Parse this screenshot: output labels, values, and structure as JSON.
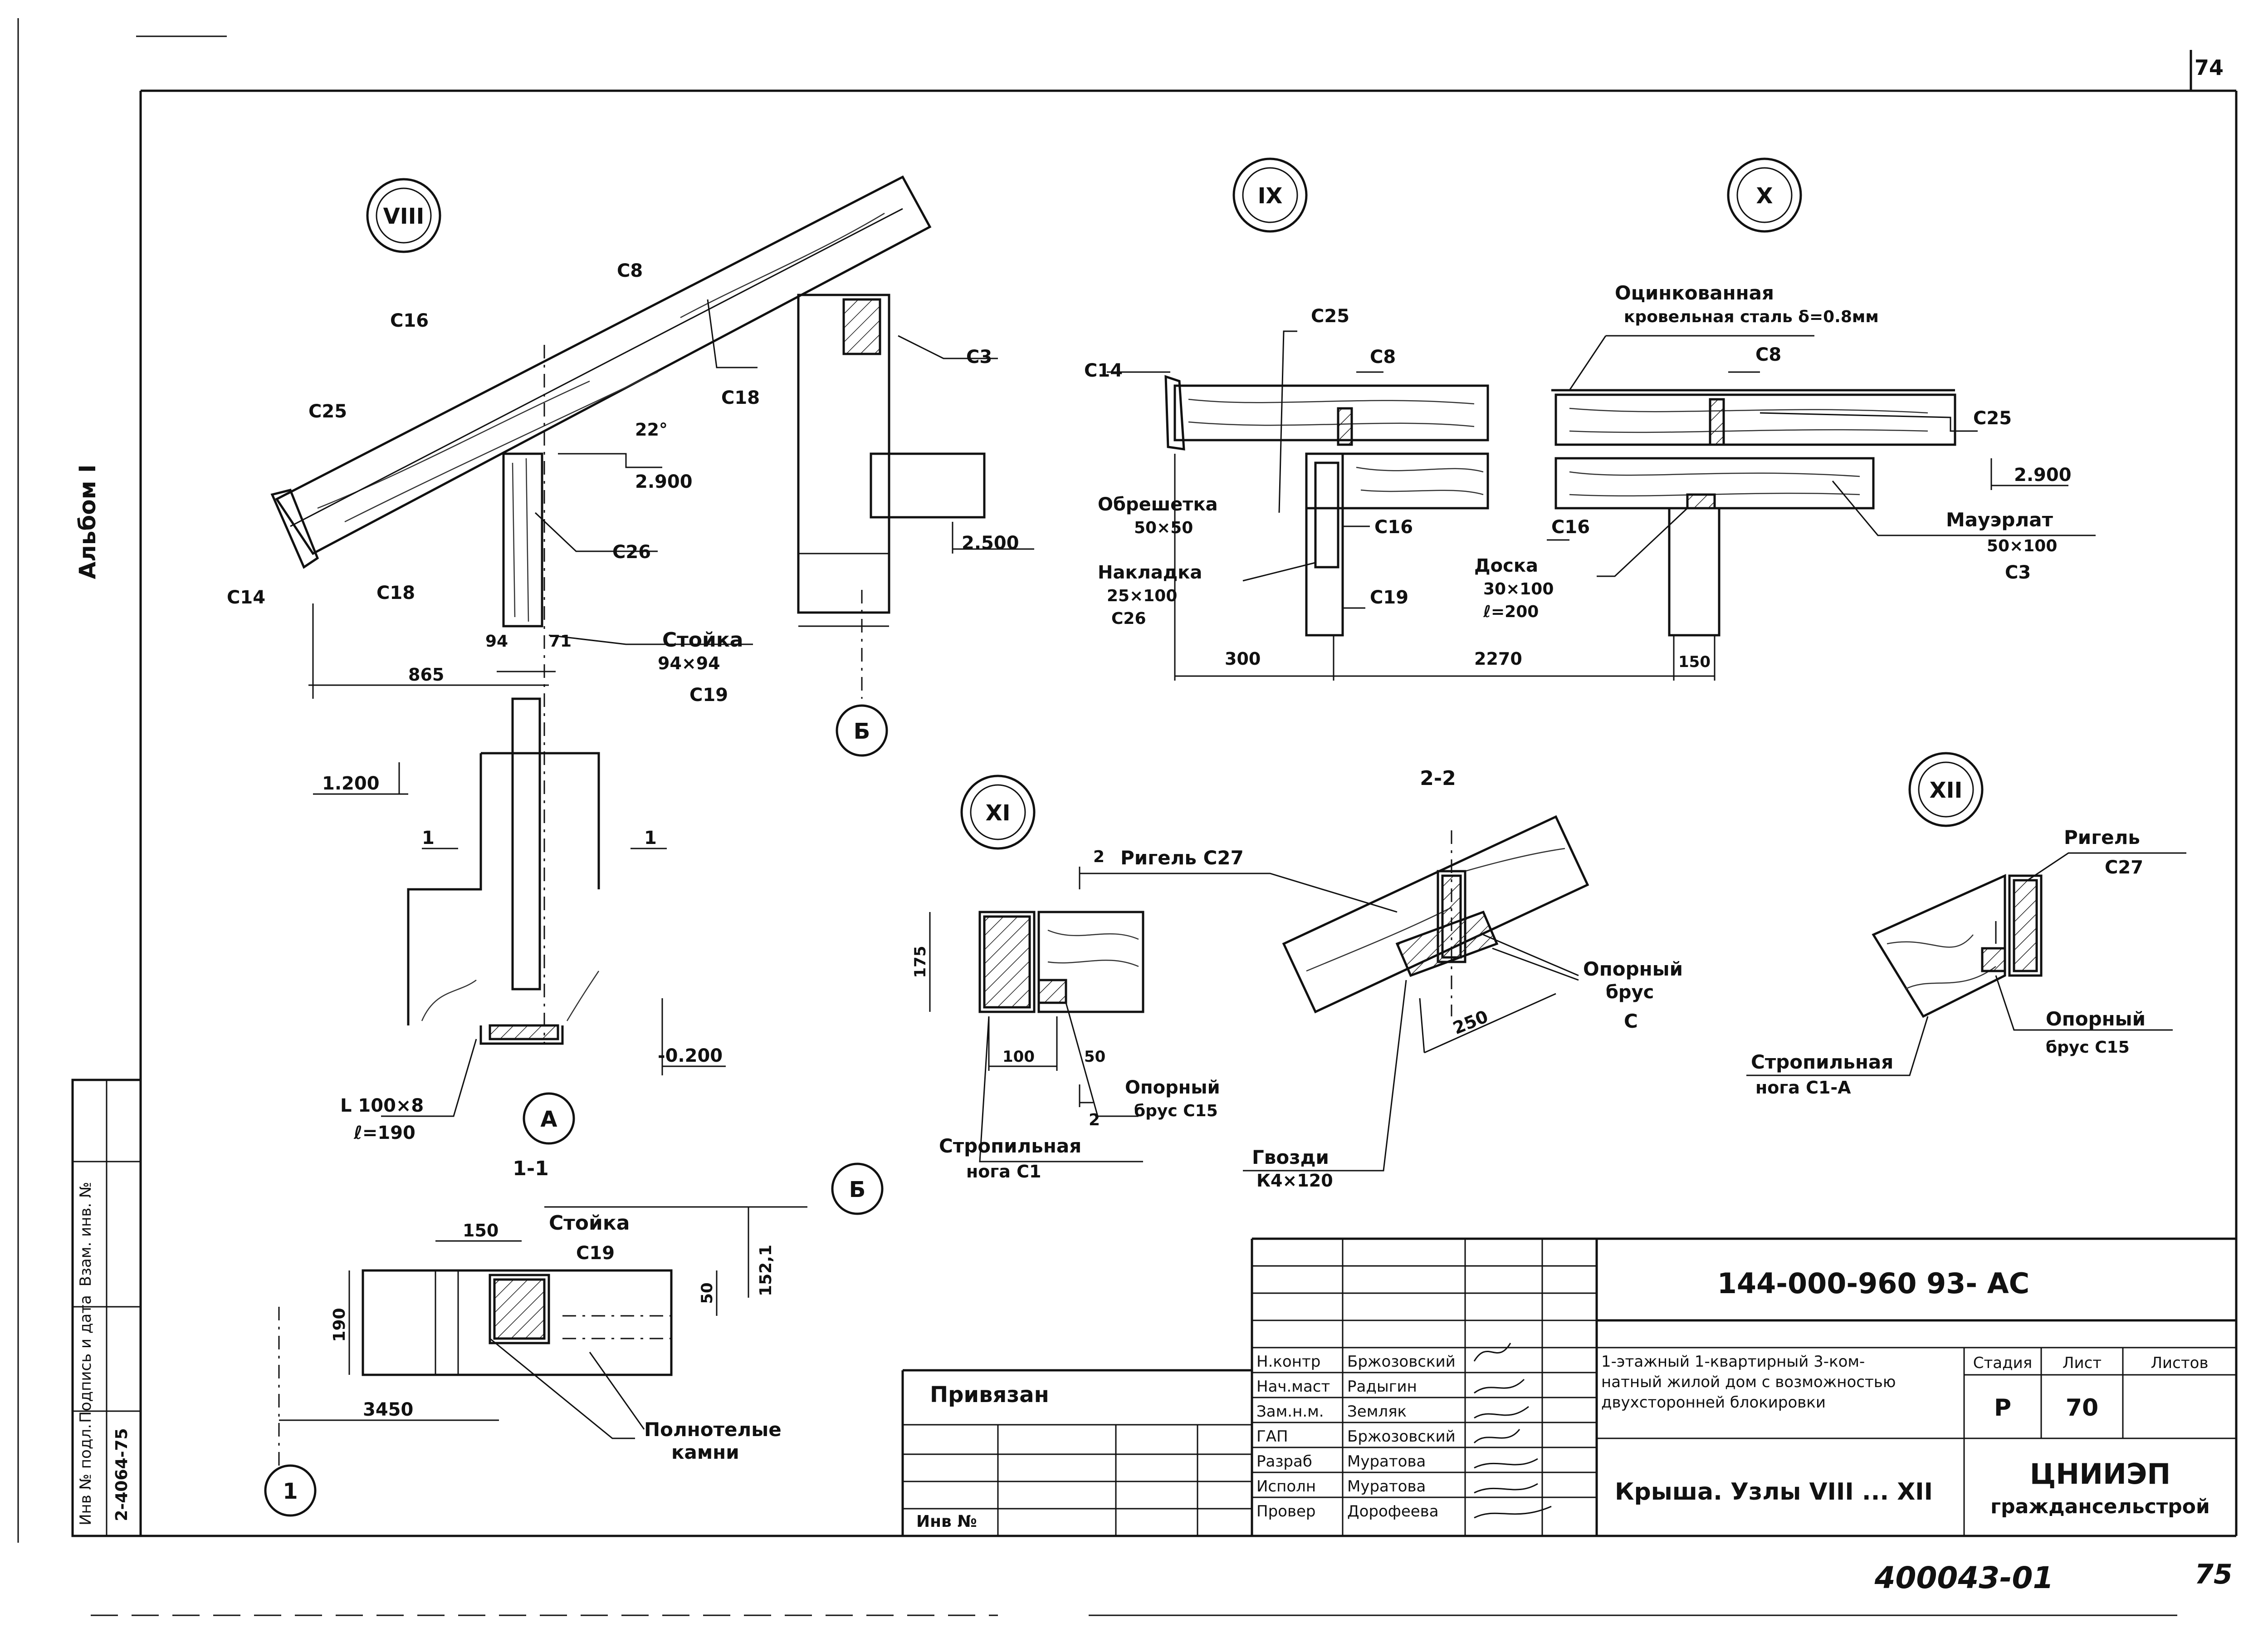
{
  "sheet": {
    "sheet_top": "74",
    "sheet_bottom": "75",
    "stamp_number": "400043-01",
    "album": "Альбом I"
  },
  "side_stamp": {
    "col1": "Инв № подл.",
    "col2": "Подпись и дата",
    "col3": "Взам. инв. №",
    "inv_value": "2-4064-75"
  },
  "nodes": {
    "n8": "VIII",
    "n9": "IX",
    "n10": "X",
    "n11": "XI",
    "n12": "XII"
  },
  "node8": {
    "c8": "С8",
    "c16": "С16",
    "c18a": "С18",
    "c25": "С25",
    "c3": "С3",
    "angle": "22°",
    "level_2900": "2.900",
    "level_2500": "2.500",
    "c26": "С26",
    "c14": "С14",
    "c18b": "С18",
    "dim94": "94",
    "dim71": "71",
    "stoyka": "Стойка",
    "stoyka_size": "94×94",
    "stoyka_c19": "С19",
    "dim865": "865",
    "axis_b": "Б",
    "level_1200": "1.200",
    "cut_1a": "1",
    "cut_1b": "1",
    "level_m200": "-0.200",
    "angle_l": "L 100×8",
    "angle_len": "ℓ=190",
    "axis_a": "А"
  },
  "section11": {
    "title": "1-1",
    "dim150": "150",
    "stoyka": "Стойка",
    "stoyka_c19": "С19",
    "dim1521": "152,1",
    "dim190": "190",
    "dim50": "50",
    "dim3450": "3450",
    "axis_b": "Б",
    "axis_1": "1",
    "stones1": "Полнотелые",
    "stones2": "камни"
  },
  "node9": {
    "c25": "С25",
    "c8": "С8",
    "c14": "С14",
    "obr": "Обрешетка",
    "obr_size": "50×50",
    "nakl": "Накладка",
    "nakl_size": "25×100",
    "nakl_c26": "С26",
    "c16": "С16",
    "c19": "С19",
    "dim300": "300",
    "dim2270": "2270"
  },
  "node10": {
    "ocink1": "Оцинкованная",
    "ocink2": "кровельная сталь δ=0.8мм",
    "c8": "С8",
    "c25": "С25",
    "level_2900": "2.900",
    "c16": "С16",
    "mauer": "Мауэрлат",
    "mauer_size": "50×100",
    "mauer_c3": "С3",
    "doska": "Доска",
    "doska_size": "30×100",
    "doska_len": "ℓ=200",
    "dim150": "150"
  },
  "node11": {
    "riegel": "Ригель С27",
    "cut2a": "2",
    "cut2b": "2",
    "dim175": "175",
    "dim100": "100",
    "dim50": "50",
    "opor1": "Опорный",
    "opor2": "брус С15",
    "strop1": "Стропильная",
    "strop2": "нога С1"
  },
  "section22": {
    "title": "2-2",
    "opor1": "Опорный",
    "opor2": "брус",
    "opor3": "С",
    "dim250": "250",
    "gvozdi": "Гвозди",
    "gvozdi_size": "К4×120"
  },
  "node12": {
    "riegel1": "Ригель",
    "riegel2": "С27",
    "opor1": "Опорный",
    "opor2": "брус С15",
    "strop1": "Стропильная",
    "strop2": "нога С1-А"
  },
  "title_block": {
    "doc_code": "144-000-960 93- АС",
    "privyazan": "Привязан",
    "inv_no": "Инв №",
    "roles": [
      "Н.контр",
      "Нач.маст",
      "Зам.н.м.",
      "ГАП",
      "Разраб",
      "Исполн",
      "Провер"
    ],
    "names": [
      "Бржозовский",
      "Радыгин",
      "Земляк",
      "Бржозовский",
      "Муратова",
      "Муратова",
      "Дорофеева"
    ],
    "project": [
      "1-этажный 1-квартирный 3-ком-",
      "натный жилой дом с возможностью",
      "двухсторонней блокировки"
    ],
    "sheet_title": "Крыша. Узлы VIII ... XII",
    "stage_h": "Стадия",
    "sheet_h": "Лист",
    "sheets_h": "Листов",
    "stage": "Р",
    "sheet_no": "70",
    "sheets": "",
    "org1": "ЦНИИЭП",
    "org2": "граждансельстрой"
  }
}
